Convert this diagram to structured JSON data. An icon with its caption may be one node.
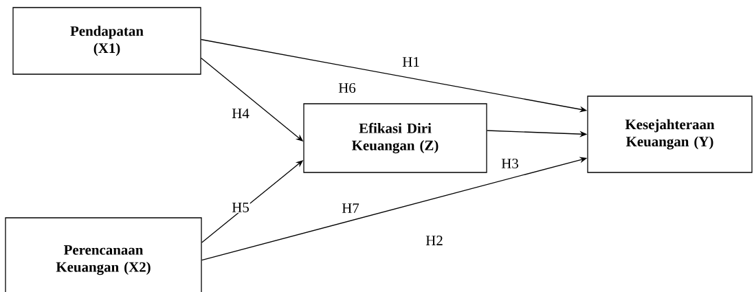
{
  "diagram": {
    "nodes": [
      {
        "text": [
          "Pendapatan (X1)"
        ]
      },
      {
        "text": [
          "Efikasi Diri Keuangan (Z)"
        ]
      },
      {
        "text": [
          "Kesejahteraan Keuangan (Y)"
        ]
      },
      {
        "text": [
          "Perencanaan Keuangan (X2)"
        ]
      }
    ],
    "edges": [
      {
        "from": 0,
        "to": 2,
        "arrow": "to"
      },
      {
        "from": 0,
        "to": 1,
        "arrow": "to"
      },
      {
        "from": 1,
        "to": 2,
        "arrow": "to"
      },
      {
        "from": 3,
        "to": 1,
        "arrow": "to"
      },
      {
        "from": 3,
        "to": 2,
        "arrow": "to"
      }
    ],
    "labels": [
      "H1",
      "H6",
      "H4",
      "H5",
      "H3",
      "H7",
      "H2"
    ]
  }
}
